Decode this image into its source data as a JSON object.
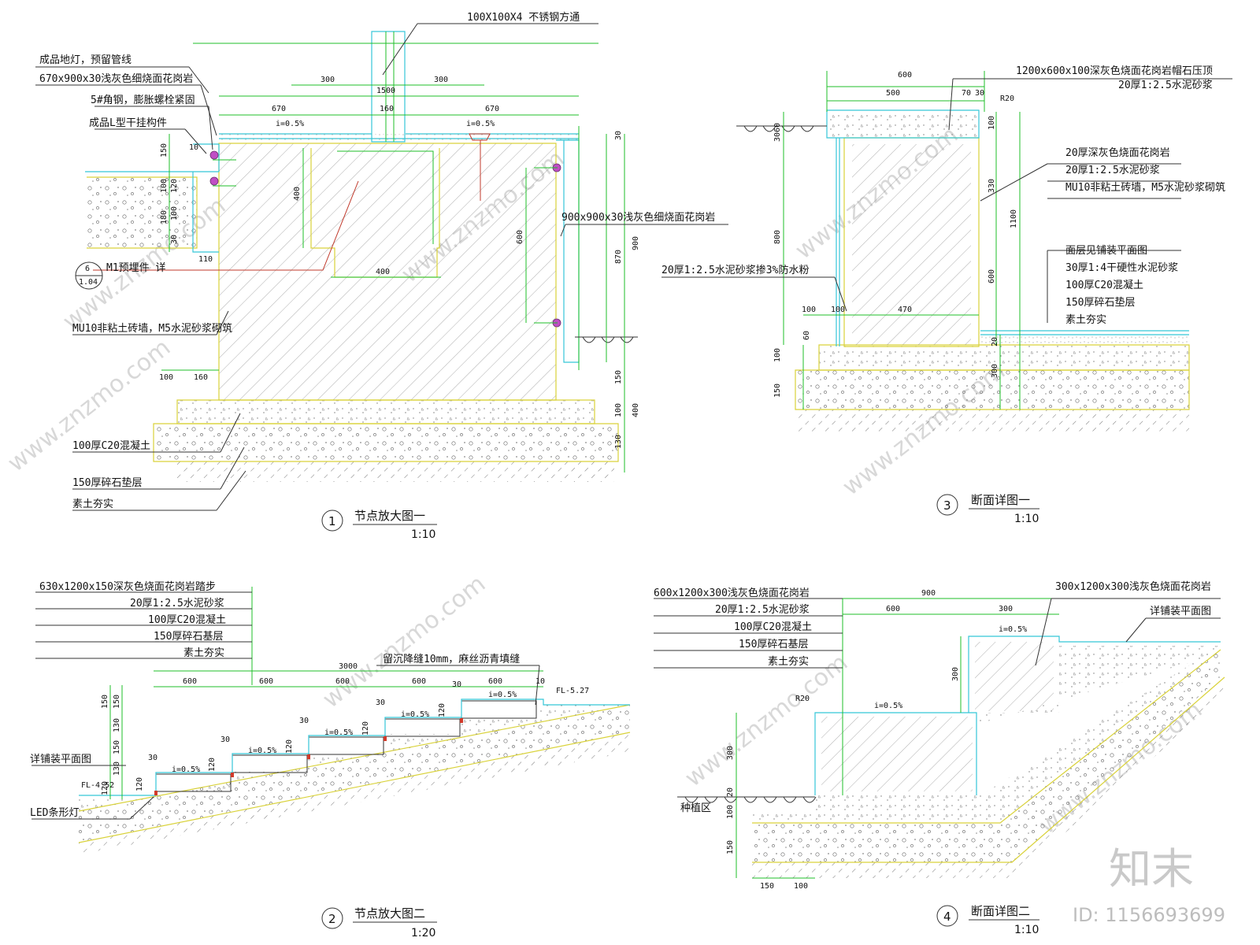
{
  "watermark": {
    "text": "www.znzmo.com",
    "logo_mark": "知末",
    "logo_text": "知末",
    "id_text": "ID: 1156693699"
  },
  "detail1": {
    "number": "1",
    "title": "节点放大图一",
    "scale": "1:10",
    "labels": [
      "100X100X4 不锈钢方通",
      "成品地灯，预留管线",
      "670x900x30浅灰色细烧面花岗岩",
      "5#角钢，膨胀螺栓紧固",
      "成品L型干挂构件",
      "M1预埋件 详",
      "MU10非粘土砖墙，M5水泥砂浆砌筑",
      "900x900x30浅灰色细烧面花岗岩",
      "100厚C20混凝土",
      "150厚碎石垫层",
      "素土夯实"
    ],
    "ref_top": "6",
    "ref_bottom": "1.04",
    "dims": [
      "300",
      "1500",
      "300",
      "670",
      "160",
      "670",
      "i=0.5%",
      "i=0.5%",
      "400",
      "400",
      "600",
      "110",
      "100",
      "160",
      "870",
      "900",
      "30",
      "150",
      "100",
      "400",
      "130",
      "150",
      "10",
      "100",
      "120",
      "180",
      "100",
      "30"
    ]
  },
  "detail2": {
    "number": "2",
    "title": "节点放大图二",
    "scale": "1:20",
    "labels": [
      "630x1200x150深灰色烧面花岗岩踏步",
      "20厚1:2.5水泥砂浆",
      "100厚C20混凝土",
      "150厚碎石基层",
      "素土夯实",
      "留沉降缝10mm，麻丝沥青填缝",
      "详铺装平面图",
      "LED条形灯",
      "FL-4.52",
      "FL-5.27"
    ],
    "dims": [
      "3000",
      "600",
      "600",
      "600",
      "600",
      "600",
      "10",
      "i=0.5%",
      "i=0.5%",
      "i=0.5%",
      "i=0.5%",
      "i=0.5%",
      "30",
      "30",
      "30",
      "30",
      "30",
      "120",
      "120",
      "120",
      "120",
      "120",
      "150",
      "130",
      "150",
      "130",
      "150",
      "120"
    ]
  },
  "detail3": {
    "number": "3",
    "title": "断面详图一",
    "scale": "1:10",
    "labels": [
      "1200x600x100深灰色烧面花岗岩帽石压顶",
      "20厚1:2.5水泥砂浆",
      "20厚深灰色烧面花岗岩",
      "20厚1:2.5水泥砂浆",
      "MU10非粘土砖墙，M5水泥砂浆砌筑",
      "20厚1:2.5水泥砂浆掺3%防水粉",
      "面层见铺装平面图",
      "30厚1:4干硬性水泥砂浆",
      "100厚C20混凝土",
      "150厚碎石垫层",
      "素土夯实"
    ],
    "dims": [
      "600",
      "500",
      "70",
      "30",
      "R20",
      "60",
      "30",
      "100",
      "330",
      "1100",
      "800",
      "600",
      "100",
      "100",
      "470",
      "60",
      "100",
      "150",
      "20",
      "300"
    ]
  },
  "detail4": {
    "number": "4",
    "title": "断面详图二",
    "scale": "1:10",
    "labels": [
      "600x1200x300浅灰色烧面花岗岩",
      "20厚1:2.5水泥砂浆",
      "100厚C20混凝土",
      "150厚碎石基层",
      "素土夯实",
      "300x1200x300浅灰色烧面花岗岩",
      "详铺装平面图",
      "种植区"
    ],
    "dims": [
      "900",
      "600",
      "300",
      "i=0.5%",
      "i=0.5%",
      "R20",
      "300",
      "300",
      "20",
      "100",
      "150",
      "150",
      "100"
    ]
  }
}
